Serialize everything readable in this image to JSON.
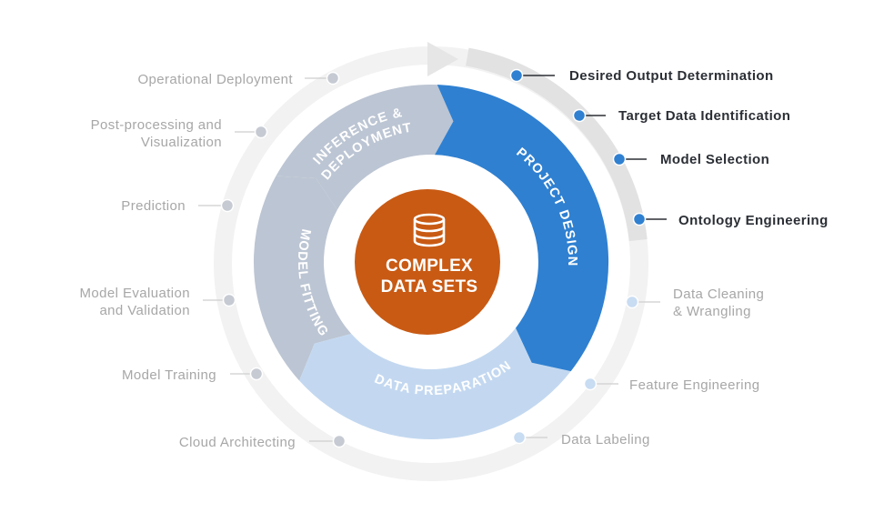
{
  "center": {
    "line1": "COMPLEX",
    "line2": "DATA SETS",
    "icon": "database-icon"
  },
  "phases": {
    "project_design": "PROJECT DESIGN",
    "data_preparation": "DATA PREPARATION",
    "model_fitting": "MODEL FITTING",
    "inference_line1": "INFERENCE &",
    "inference_line2": "DEPLOYMENT"
  },
  "steps": {
    "desired_output": "Desired Output Determination",
    "target_data": "Target Data Identification",
    "model_selection": "Model Selection",
    "ontology": "Ontology Engineering",
    "data_cleaning": "Data Cleaning\n& Wrangling",
    "feature_engineering": "Feature  Engineering",
    "data_labeling": "Data Labeling",
    "cloud_architecting": "Cloud Architecting",
    "model_training": "Model Training",
    "model_evaluation": "Model Evaluation\nand Validation",
    "prediction": "Prediction",
    "post_processing": "Post-processing  and\nVisualization",
    "operational_deployment": "Operational  Deployment"
  },
  "colors": {
    "project_design": "#2f80d1",
    "data_preparation": "#c3d8f0",
    "model_fitting": "#bcc5d3",
    "inference": "#bcc5d3",
    "center": "#c85a14",
    "outer_ring": "#f2f2f2",
    "active_arc": "#e2e2e2",
    "active_dot": "#2f80d1",
    "prep_dot": "#c8dcf2",
    "grey_dot": "#c6cad2",
    "active_text": "#2b2f35",
    "muted_text": "#a7a7a7"
  }
}
